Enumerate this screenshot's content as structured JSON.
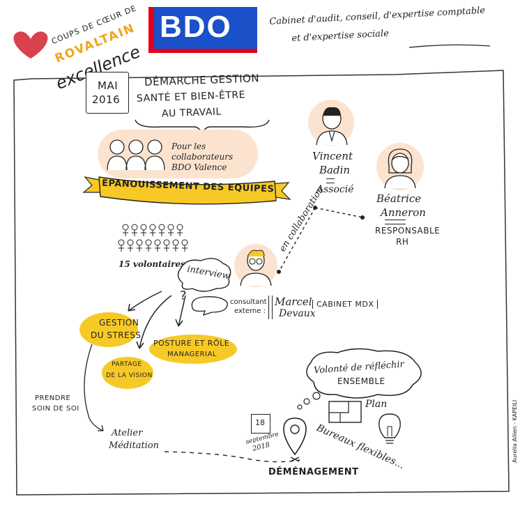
{
  "header": {
    "logo_line1": "COUPS DE CŒUR DE",
    "logo_line2": "ROVALTAIN",
    "logo_line3": "excellence",
    "brand": "BDO",
    "tagline_line1": "Cabinet d'audit, conseil, d'expertise comptable",
    "tagline_line2": "et d'expertise sociale"
  },
  "intro": {
    "date_line1": "MAI",
    "date_line2": "2016",
    "title_line1": "DÉMARCHE GESTION",
    "title_line2": "SANTÉ ET BIEN-ÊTRE",
    "title_line3": "AU TRAVAIL",
    "audience_line1": "Pour les",
    "audience_line2": "collaborateurs",
    "audience_line3": "BDO Valence",
    "banner": "ÉPANOUISSEMENT DES EQUIPES"
  },
  "people": {
    "vincent_name1": "Vincent",
    "vincent_name2": "Badin",
    "vincent_role": "Associé",
    "beatrice_name1": "Béatrice",
    "beatrice_name2": "Anneron",
    "beatrice_role1": "Responsable",
    "beatrice_role2": "RH",
    "collab_label": "en collaboration",
    "consultant_label1": "consultant",
    "consultant_label2": "externe :",
    "marcel_name1": "Marcel",
    "marcel_name2": "Devaux",
    "cabinet": "CABINET MDX"
  },
  "process": {
    "volunteers": "15 volontaires",
    "interview": "interview",
    "question_mark": "?",
    "topic_stress_1": "GESTION",
    "topic_stress_2": "DU STRESS",
    "topic_posture_1": "POSTURE ET RÔLE",
    "topic_posture_2": "MANAGERIAL",
    "topic_vision_1": "PARTAGE",
    "topic_vision_2": "DE LA VISION",
    "self_care_1": "PRENDRE",
    "self_care_2": "SOIN DE SOI",
    "meditation_1": "Atelier",
    "meditation_2": "Méditation"
  },
  "move": {
    "date_day": "18",
    "date_month": "septembre",
    "date_year": "2018",
    "label": "DÉMÉNAGEMENT",
    "thought_1": "Volonté de réfléchir",
    "thought_2": "ENSEMBLE",
    "plan_label": "Plan",
    "offices": "Bureaux flexibles...",
    "signature": "Aurelia Allien - KAPEILI"
  },
  "colors": {
    "yellow": "#f7c927",
    "peach": "#fbe3cf",
    "bdo_blue": "#1a50c8",
    "bdo_red": "#e2001a",
    "logo_red": "#d9414f",
    "logo_orange": "#f2a31a",
    "ink": "#222222"
  }
}
